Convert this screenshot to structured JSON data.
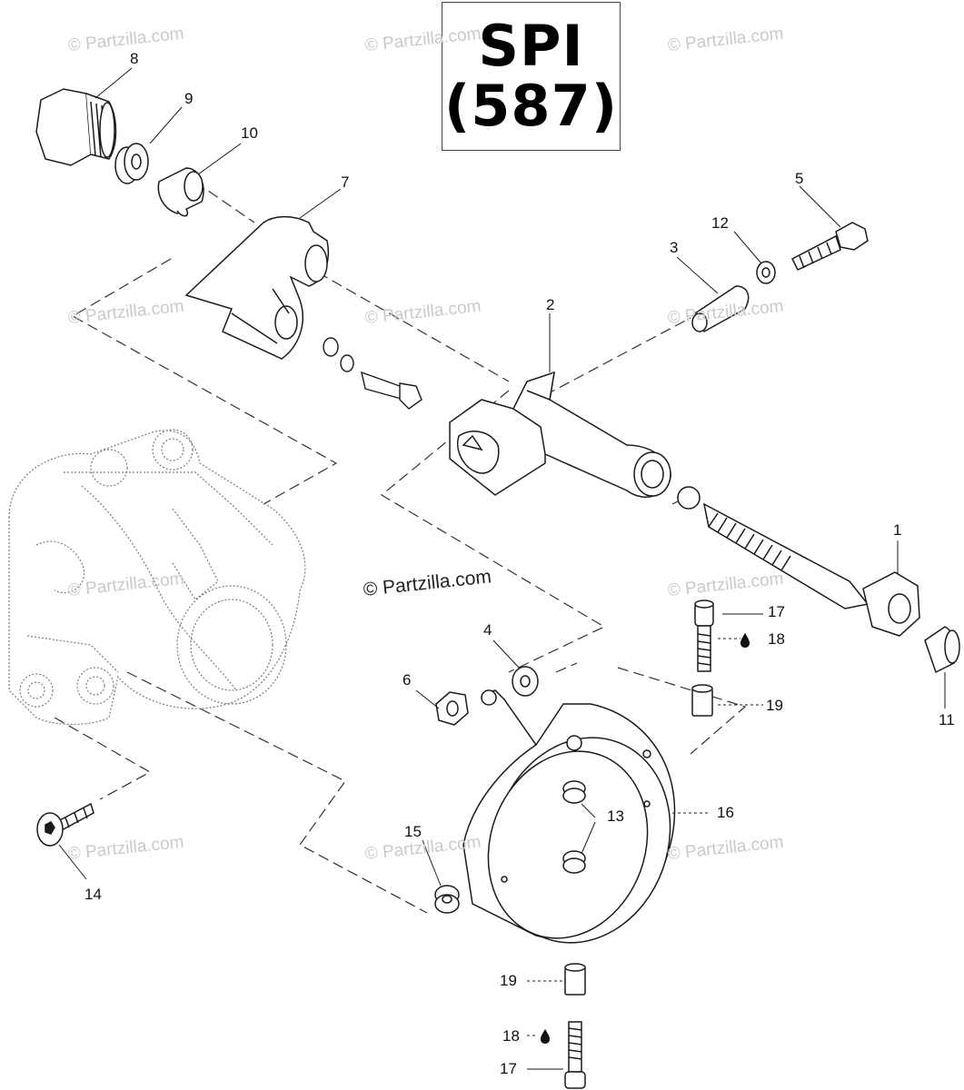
{
  "title": {
    "line1": "SPI",
    "line2": "(587)"
  },
  "watermark": {
    "text": "© Partzilla.com"
  },
  "watermark_main": {
    "text": "© Partzilla.com"
  },
  "callouts": [
    "1",
    "2",
    "3",
    "4",
    "5",
    "6",
    "7",
    "8",
    "9",
    "10",
    "11",
    "12",
    "13",
    "14",
    "15",
    "16",
    "17",
    "18",
    "19",
    "17",
    "18",
    "19"
  ],
  "colors": {
    "line": "#1a1a1a",
    "ghost": "#7a7a7a",
    "watermark": "#c9c9c9"
  },
  "icons": {
    "oil-drop": "oil-drop-icon"
  }
}
